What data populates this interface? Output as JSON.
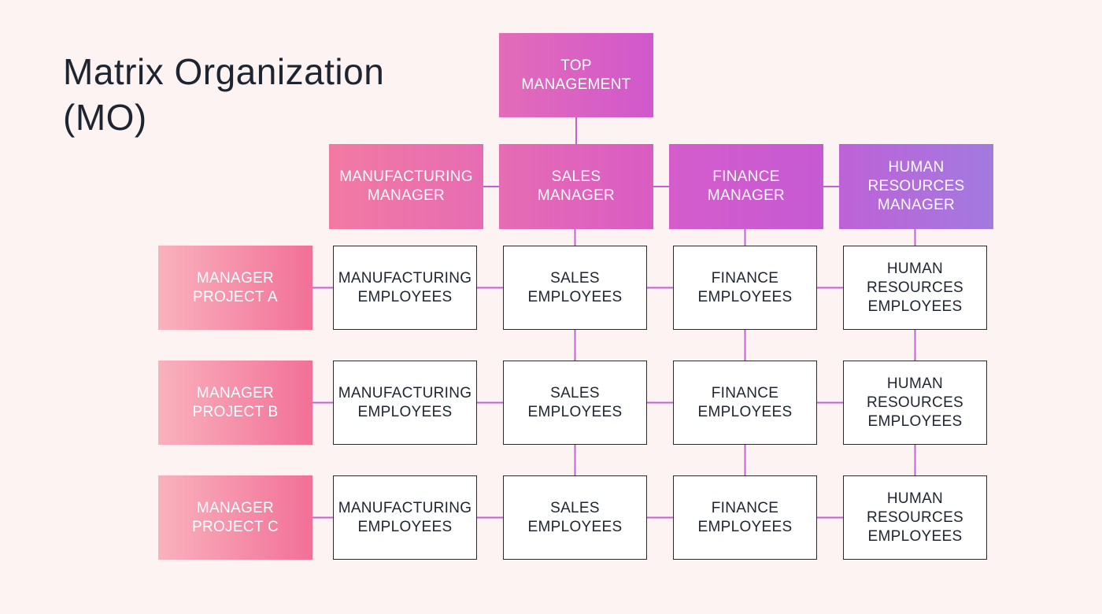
{
  "title": {
    "line1": "Matrix Organization",
    "line2": "(MO)"
  },
  "colors": {
    "background": "#fdf3f2",
    "connector": "#c55fd6",
    "top": [
      "#e36cb8",
      "#d058cc"
    ],
    "departments": [
      [
        "#f27aa2",
        "#e66cb3"
      ],
      [
        "#e66cb3",
        "#d95cc3"
      ],
      [
        "#d45ccb",
        "#c65ad3"
      ],
      [
        "#be62d6",
        "#a27ae0"
      ]
    ],
    "projects": [
      "#f9b2bd",
      "#f27098"
    ]
  },
  "top": {
    "label": "TOP\nMANAGEMENT"
  },
  "departments": [
    {
      "label": "MANUFACTURING\nMANAGER"
    },
    {
      "label": "SALES\nMANAGER"
    },
    {
      "label": "FINANCE\nMANAGER"
    },
    {
      "label": "HUMAN\nRESOURCES\nMANAGER"
    }
  ],
  "projects": [
    {
      "label": "MANAGER\nPROJECT A"
    },
    {
      "label": "MANAGER\nPROJECT B"
    },
    {
      "label": "MANAGER\nPROJECT C"
    }
  ],
  "cells": [
    [
      "MANUFACTURING\nEMPLOYEES",
      "SALES\nEMPLOYEES",
      "FINANCE\nEMPLOYEES",
      "HUMAN\nRESOURCES\nEMPLOYEES"
    ],
    [
      "MANUFACTURING\nEMPLOYEES",
      "SALES\nEMPLOYEES",
      "FINANCE\nEMPLOYEES",
      "HUMAN\nRESOURCES\nEMPLOYEES"
    ],
    [
      "MANUFACTURING\nEMPLOYEES",
      "SALES\nEMPLOYEES",
      "FINANCE\nEMPLOYEES",
      "HUMAN\nRESOURCES\nEMPLOYEES"
    ]
  ]
}
